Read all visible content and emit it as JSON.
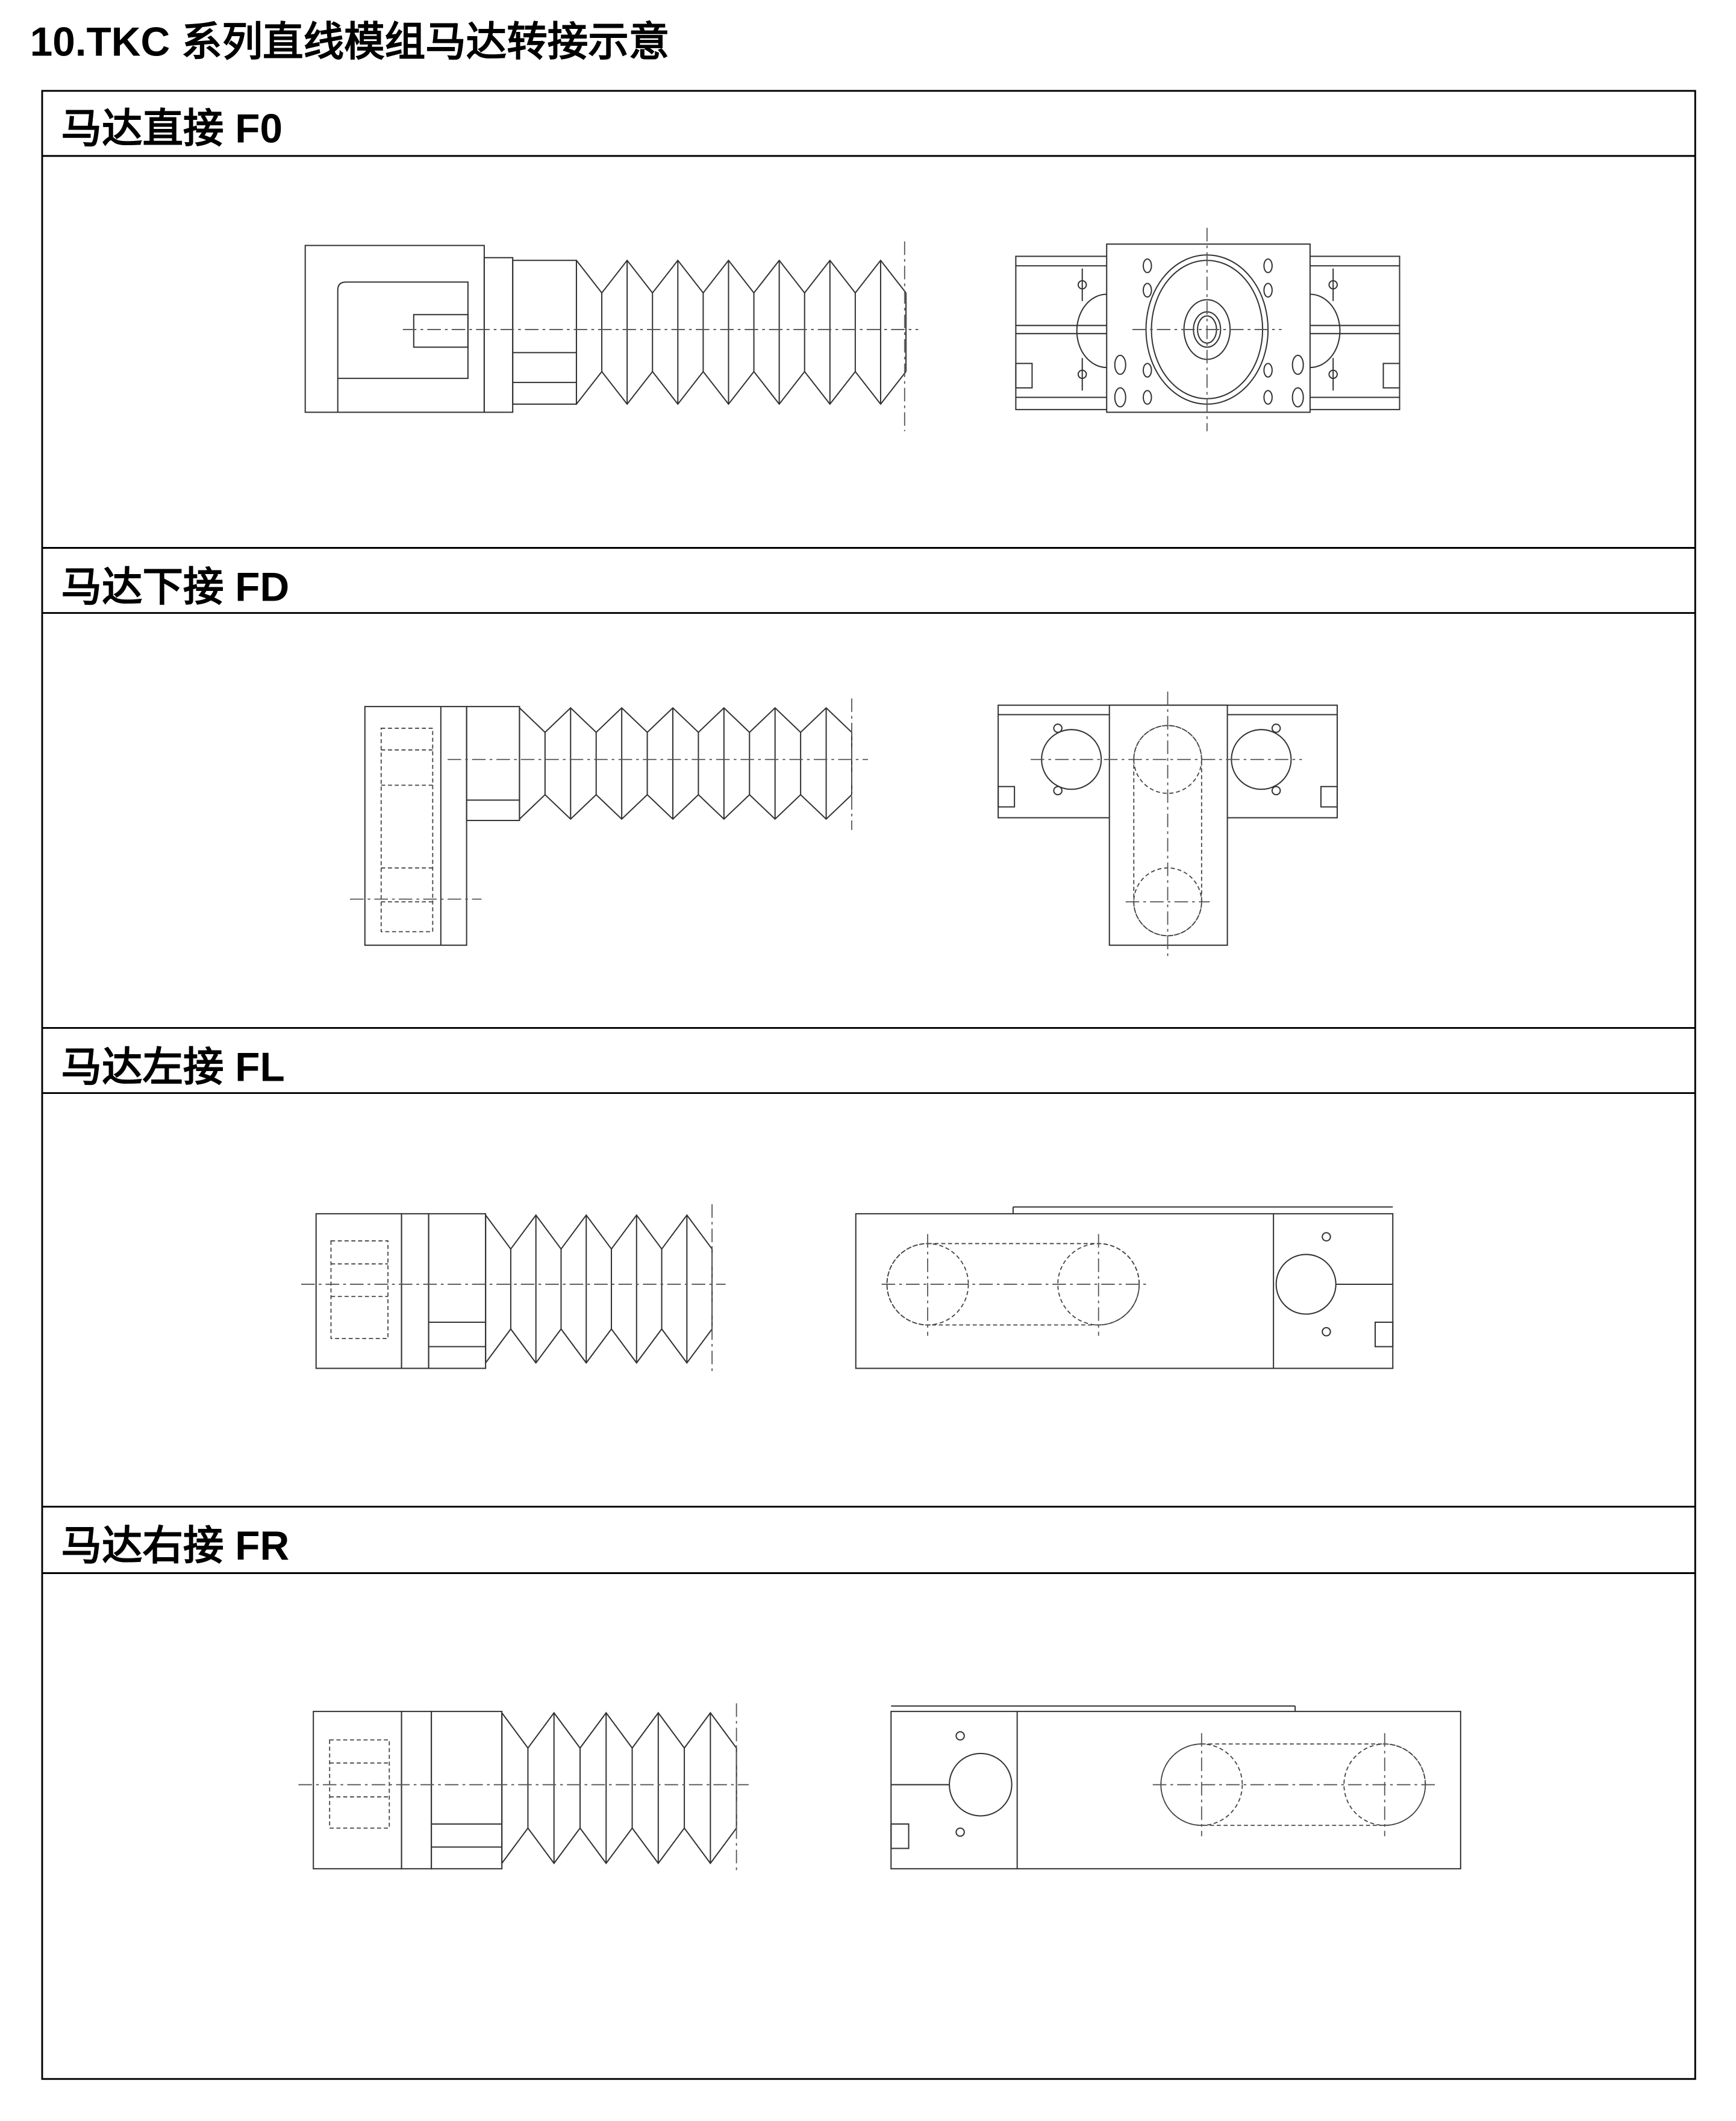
{
  "title": "10.TKC 系列直线模组马达转接示意",
  "sections": [
    {
      "label": "马达直接 F0"
    },
    {
      "label": "马达下接 FD"
    },
    {
      "label": "马达左接 FL"
    },
    {
      "label": "马达右接 FR"
    }
  ]
}
